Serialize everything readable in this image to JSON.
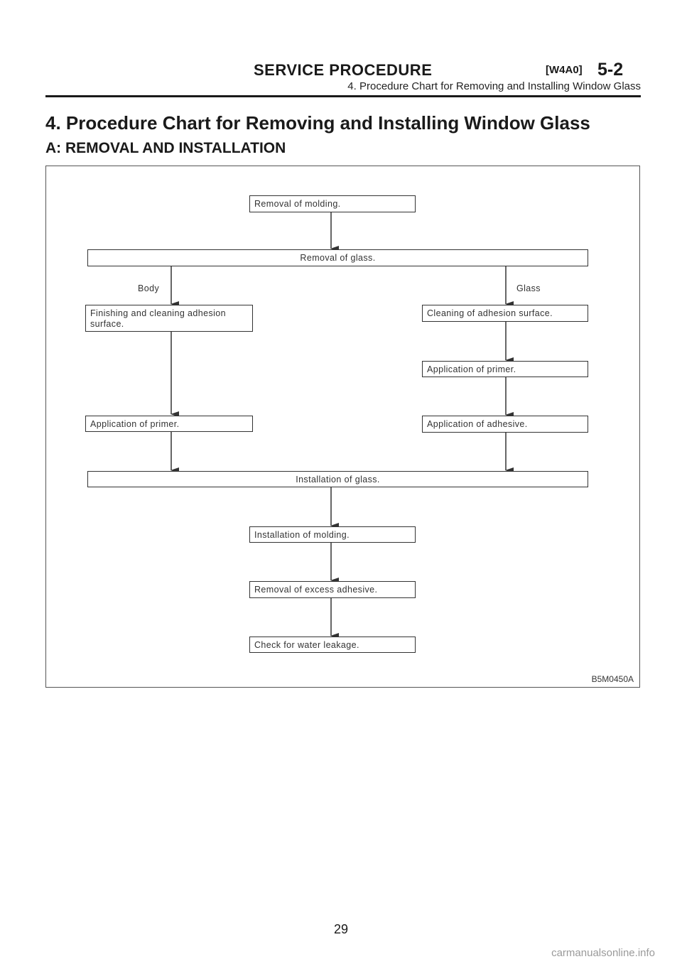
{
  "header": {
    "title": "SERVICE PROCEDURE",
    "code": "[W4A0]",
    "section_number": "5-2",
    "subtitle": "4. Procedure Chart for Removing and Installing Window Glass"
  },
  "section_title": "4. Procedure Chart for Removing and Installing Window Glass",
  "sub_title": "A: REMOVAL AND INSTALLATION",
  "flowchart": {
    "steps": {
      "removal_molding": "Removal of molding.",
      "removal_glass": "Removal of glass.",
      "finishing_cleaning": "Finishing and cleaning adhesion surface.",
      "cleaning_adhesion": "Cleaning of adhesion surface.",
      "application_primer_glass": "Application of primer.",
      "application_primer_body": "Application of primer.",
      "application_adhesive": "Application of adhesive.",
      "installation_glass": "Installation of glass.",
      "installation_molding": "Installation of molding.",
      "removal_excess": "Removal of excess adhesive.",
      "check_water": "Check for water leakage."
    },
    "branch_labels": {
      "body": "Body",
      "glass": "Glass"
    },
    "figure_code": "B5M0450A"
  },
  "page_number": "29",
  "footer_url": "carmanualsonline.info"
}
